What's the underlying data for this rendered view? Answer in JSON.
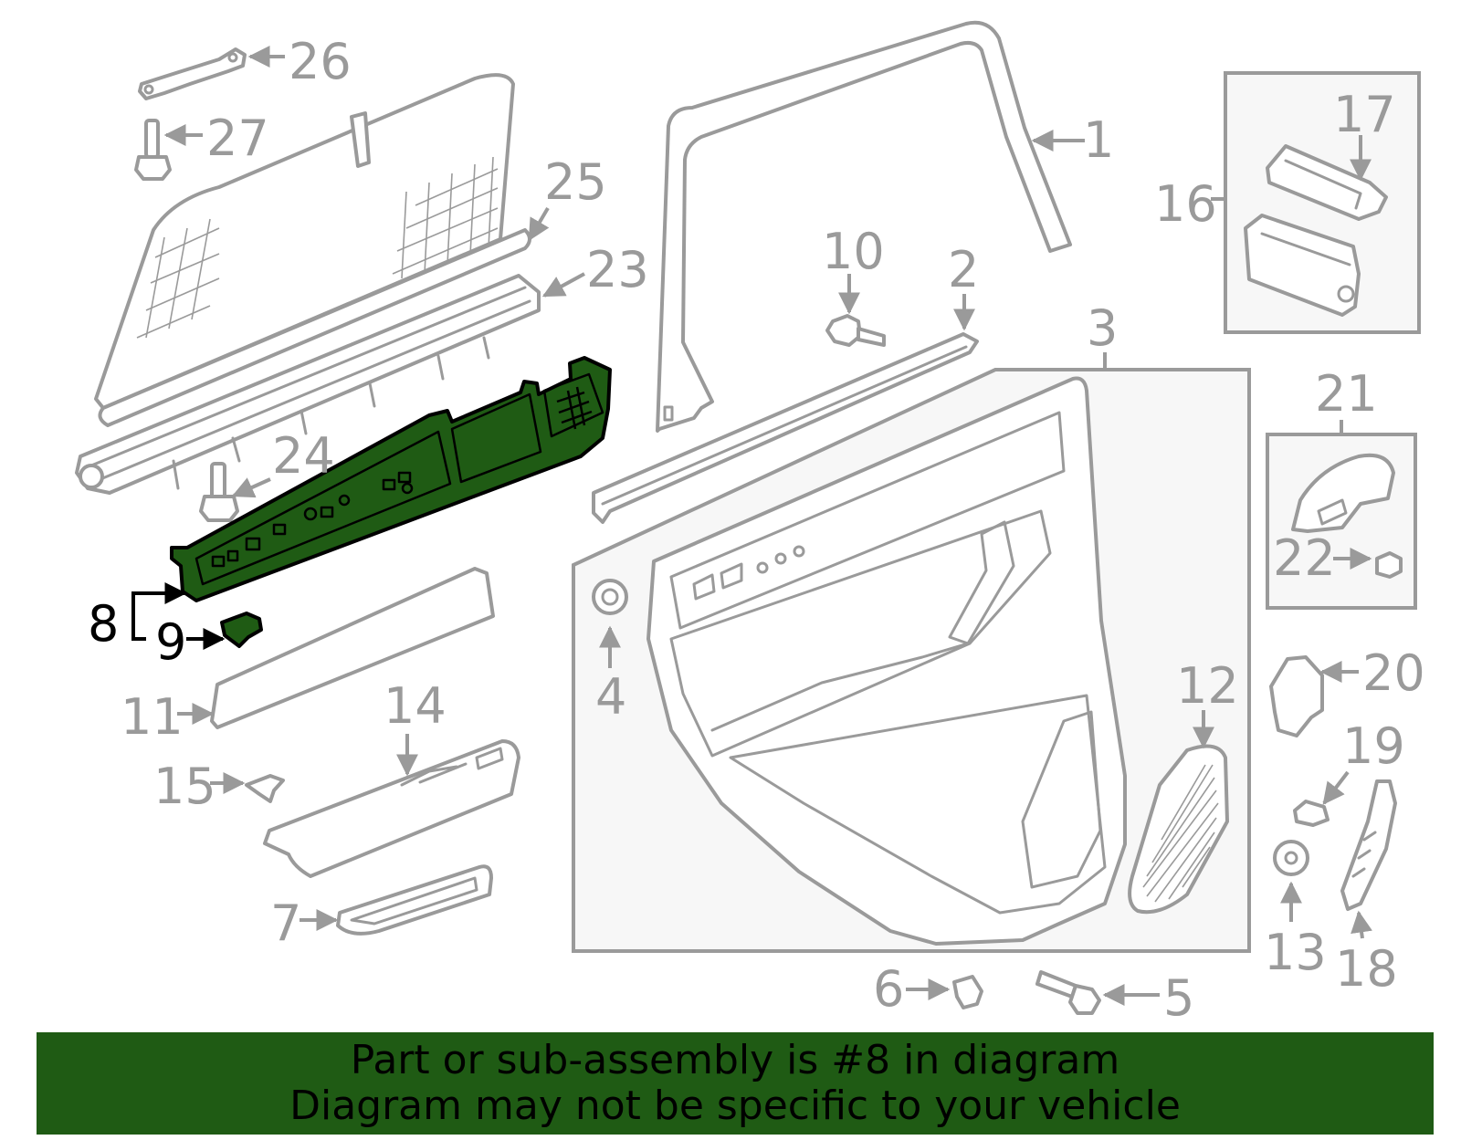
{
  "diagram": {
    "highlight_part": "8",
    "highlight_color": "#1f5b14",
    "line_color": "#9a9a9a",
    "callouts": [
      {
        "id": "1",
        "label": "1"
      },
      {
        "id": "2",
        "label": "2"
      },
      {
        "id": "3",
        "label": "3"
      },
      {
        "id": "4",
        "label": "4"
      },
      {
        "id": "5",
        "label": "5"
      },
      {
        "id": "6",
        "label": "6"
      },
      {
        "id": "7",
        "label": "7"
      },
      {
        "id": "8",
        "label": "8"
      },
      {
        "id": "9",
        "label": "9"
      },
      {
        "id": "10",
        "label": "10"
      },
      {
        "id": "11",
        "label": "11"
      },
      {
        "id": "12",
        "label": "12"
      },
      {
        "id": "13",
        "label": "13"
      },
      {
        "id": "14",
        "label": "14"
      },
      {
        "id": "15",
        "label": "15"
      },
      {
        "id": "16",
        "label": "16"
      },
      {
        "id": "17",
        "label": "17"
      },
      {
        "id": "18",
        "label": "18"
      },
      {
        "id": "19",
        "label": "19"
      },
      {
        "id": "20",
        "label": "20"
      },
      {
        "id": "21",
        "label": "21"
      },
      {
        "id": "22",
        "label": "22"
      },
      {
        "id": "23",
        "label": "23"
      },
      {
        "id": "24",
        "label": "24"
      },
      {
        "id": "25",
        "label": "25"
      },
      {
        "id": "26",
        "label": "26"
      },
      {
        "id": "27",
        "label": "27"
      }
    ]
  },
  "banner": {
    "line1": "Part or sub-assembly is #8 in diagram",
    "line2": "Diagram may not be specific to your vehicle",
    "background": "#1f5b14"
  }
}
